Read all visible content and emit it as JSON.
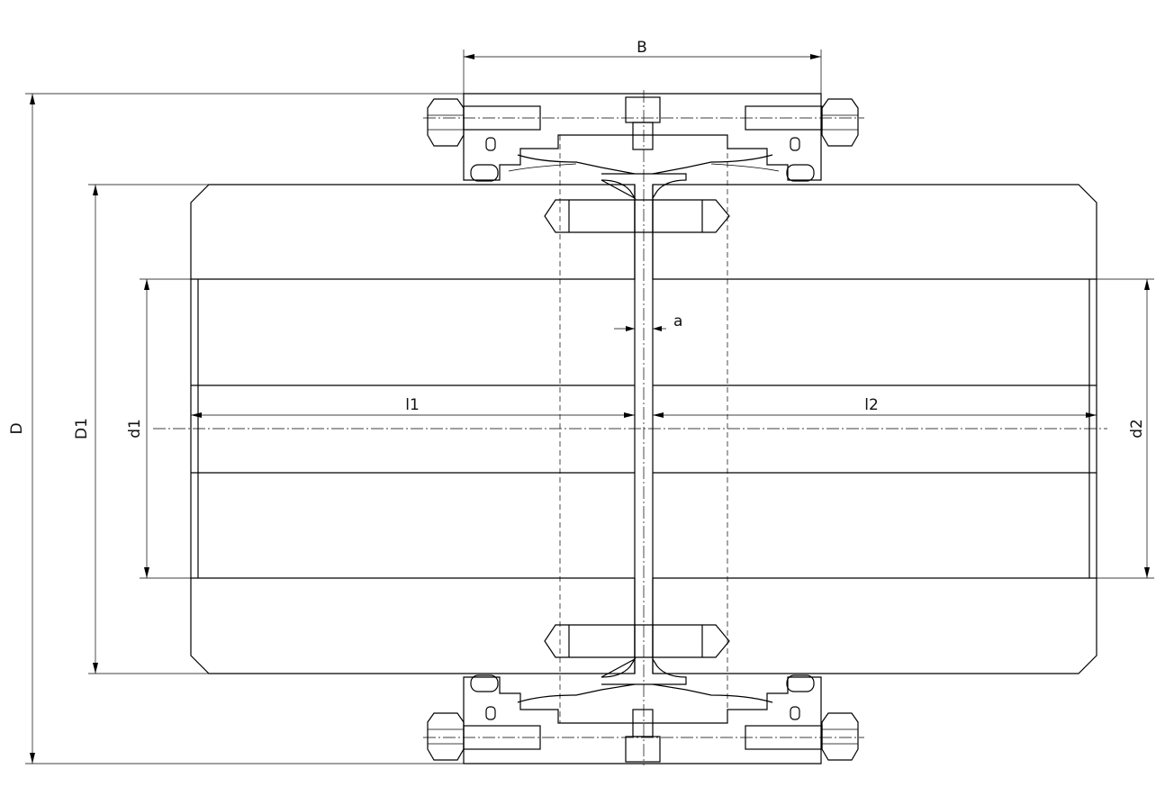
{
  "dimensions": {
    "B": "B",
    "D": "D",
    "D1": "D1",
    "d1": "d1",
    "d2": "d2",
    "l1": "l1",
    "l2": "l2",
    "a": "a"
  },
  "colors": {
    "line": "#000000",
    "background": "#ffffff"
  }
}
